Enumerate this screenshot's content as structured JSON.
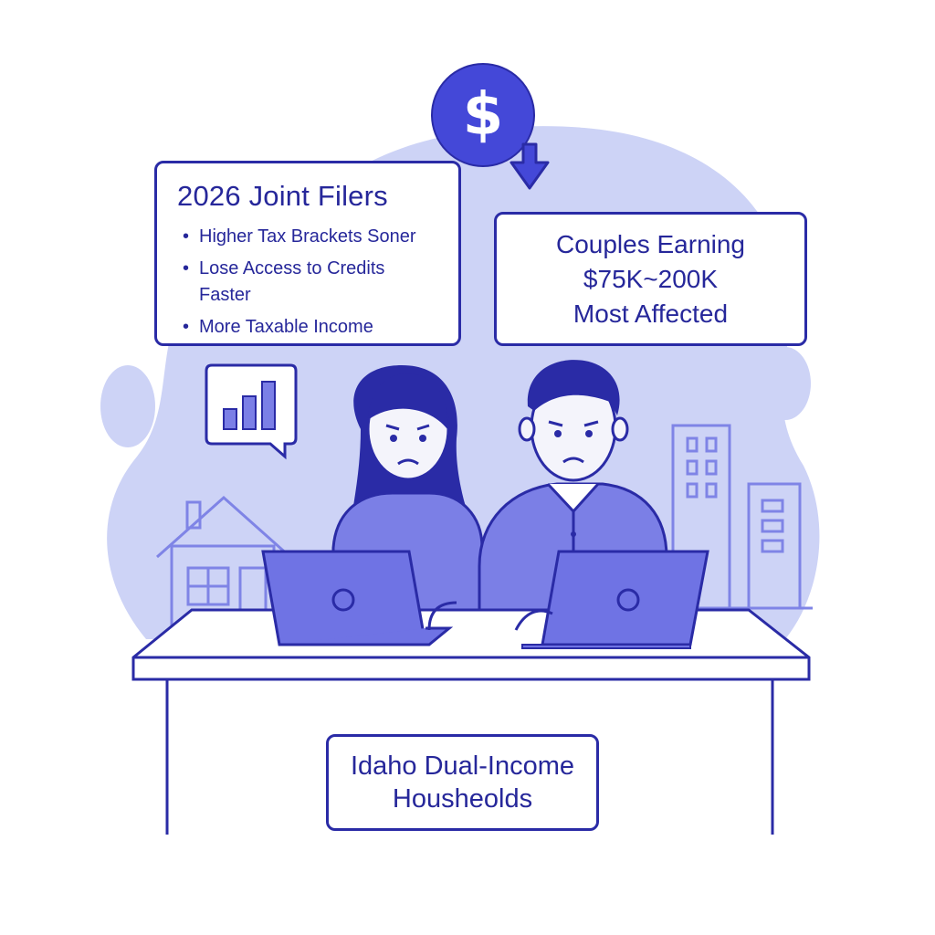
{
  "joint_card": {
    "title": "2026 Joint Filers",
    "bullets": [
      "Higher Tax Brackets Soner",
      "Lose Access to Credits Faster",
      "More Taxable Income"
    ]
  },
  "couples_card": {
    "line1": "Couples Earning",
    "line2": "$75K~200K",
    "line3": "Most Affected"
  },
  "idaho_card": {
    "line1": "Idaho Dual-Income",
    "line2": "Housheolds"
  },
  "dollar_symbol": "$",
  "icons": [
    "dollar-coin-icon",
    "down-arrow-icon",
    "bar-chart-icon",
    "laptop-icon",
    "house-icon",
    "building-icon"
  ],
  "colors": {
    "primary": "#2a2ba6",
    "blob": "#cdd3f6",
    "laptop": "#6f73e4",
    "shirt": "#7b7fe6",
    "hair": "#2a2ba6",
    "skin": "#f4f4fb"
  }
}
